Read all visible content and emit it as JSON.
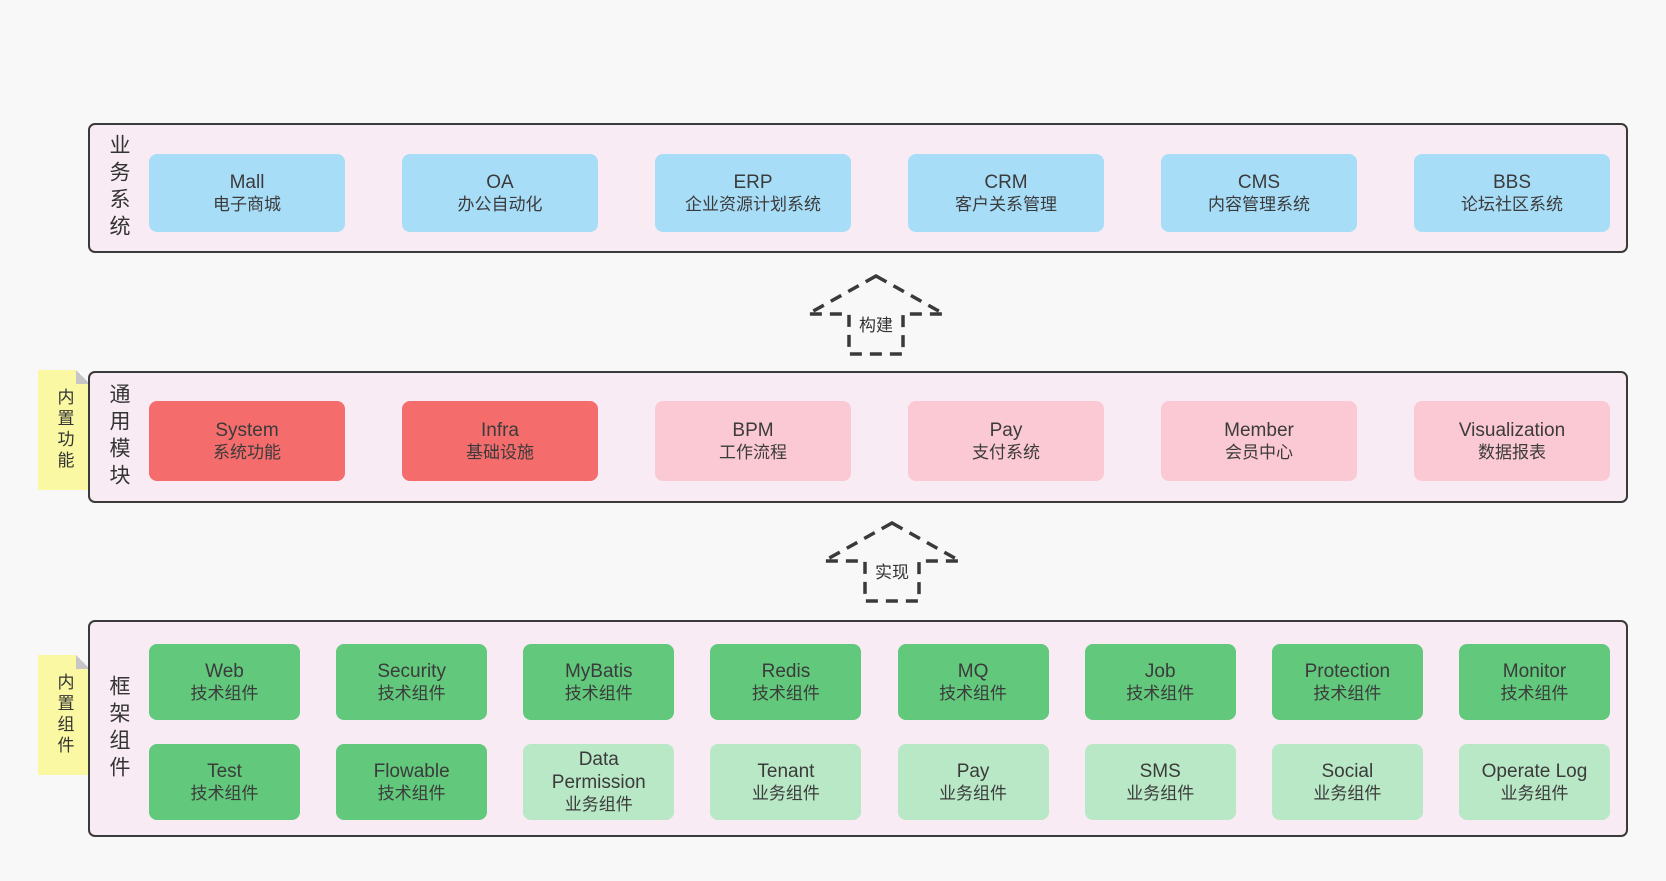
{
  "colors": {
    "background": "#f8f8f8",
    "panel_fill": "#f8ebf4",
    "panel_border": "#3a3a3a",
    "business_box": "#a8ddf8",
    "core_module_box": "#f56c6c",
    "optional_module_box": "#fbc9d3",
    "tech_component_box": "#61c87c",
    "biz_component_box": "#b9e8c6",
    "sticky_note": "#faf8a3",
    "text": "#3b3b3b"
  },
  "business": {
    "label": "业务系统",
    "boxes": [
      {
        "title": "Mall",
        "subtitle": "电子商城"
      },
      {
        "title": "OA",
        "subtitle": "办公自动化"
      },
      {
        "title": "ERP",
        "subtitle": "企业资源计划系统"
      },
      {
        "title": "CRM",
        "subtitle": "客户关系管理"
      },
      {
        "title": "CMS",
        "subtitle": "内容管理系统"
      },
      {
        "title": "BBS",
        "subtitle": "论坛社区系统"
      }
    ]
  },
  "arrow_build": {
    "label": "构建"
  },
  "modules": {
    "label": "通用模块",
    "sticky": "内置功能",
    "boxes": [
      {
        "title": "System",
        "subtitle": "系统功能"
      },
      {
        "title": "Infra",
        "subtitle": "基础设施"
      },
      {
        "title": "BPM",
        "subtitle": "工作流程"
      },
      {
        "title": "Pay",
        "subtitle": "支付系统"
      },
      {
        "title": "Member",
        "subtitle": "会员中心"
      },
      {
        "title": "Visualization",
        "subtitle": "数据报表"
      }
    ]
  },
  "arrow_implement": {
    "label": "实现"
  },
  "framework": {
    "label": "框架组件",
    "sticky": "内置组件",
    "row1": [
      {
        "title": "Web",
        "subtitle": "技术组件"
      },
      {
        "title": "Security",
        "subtitle": "技术组件"
      },
      {
        "title": "MyBatis",
        "subtitle": "技术组件"
      },
      {
        "title": "Redis",
        "subtitle": "技术组件"
      },
      {
        "title": "MQ",
        "subtitle": "技术组件"
      },
      {
        "title": "Job",
        "subtitle": "技术组件"
      },
      {
        "title": "Protection",
        "subtitle": "技术组件"
      },
      {
        "title": "Monitor",
        "subtitle": "技术组件"
      }
    ],
    "row2": [
      {
        "title": "Test",
        "subtitle": "技术组件"
      },
      {
        "title": "Flowable",
        "subtitle": "技术组件"
      },
      {
        "title": "Data Permission",
        "subtitle": "业务组件"
      },
      {
        "title": "Tenant",
        "subtitle": "业务组件"
      },
      {
        "title": "Pay",
        "subtitle": "业务组件"
      },
      {
        "title": "SMS",
        "subtitle": "业务组件"
      },
      {
        "title": "Social",
        "subtitle": "业务组件"
      },
      {
        "title": "Operate Log",
        "subtitle": "业务组件"
      }
    ]
  }
}
